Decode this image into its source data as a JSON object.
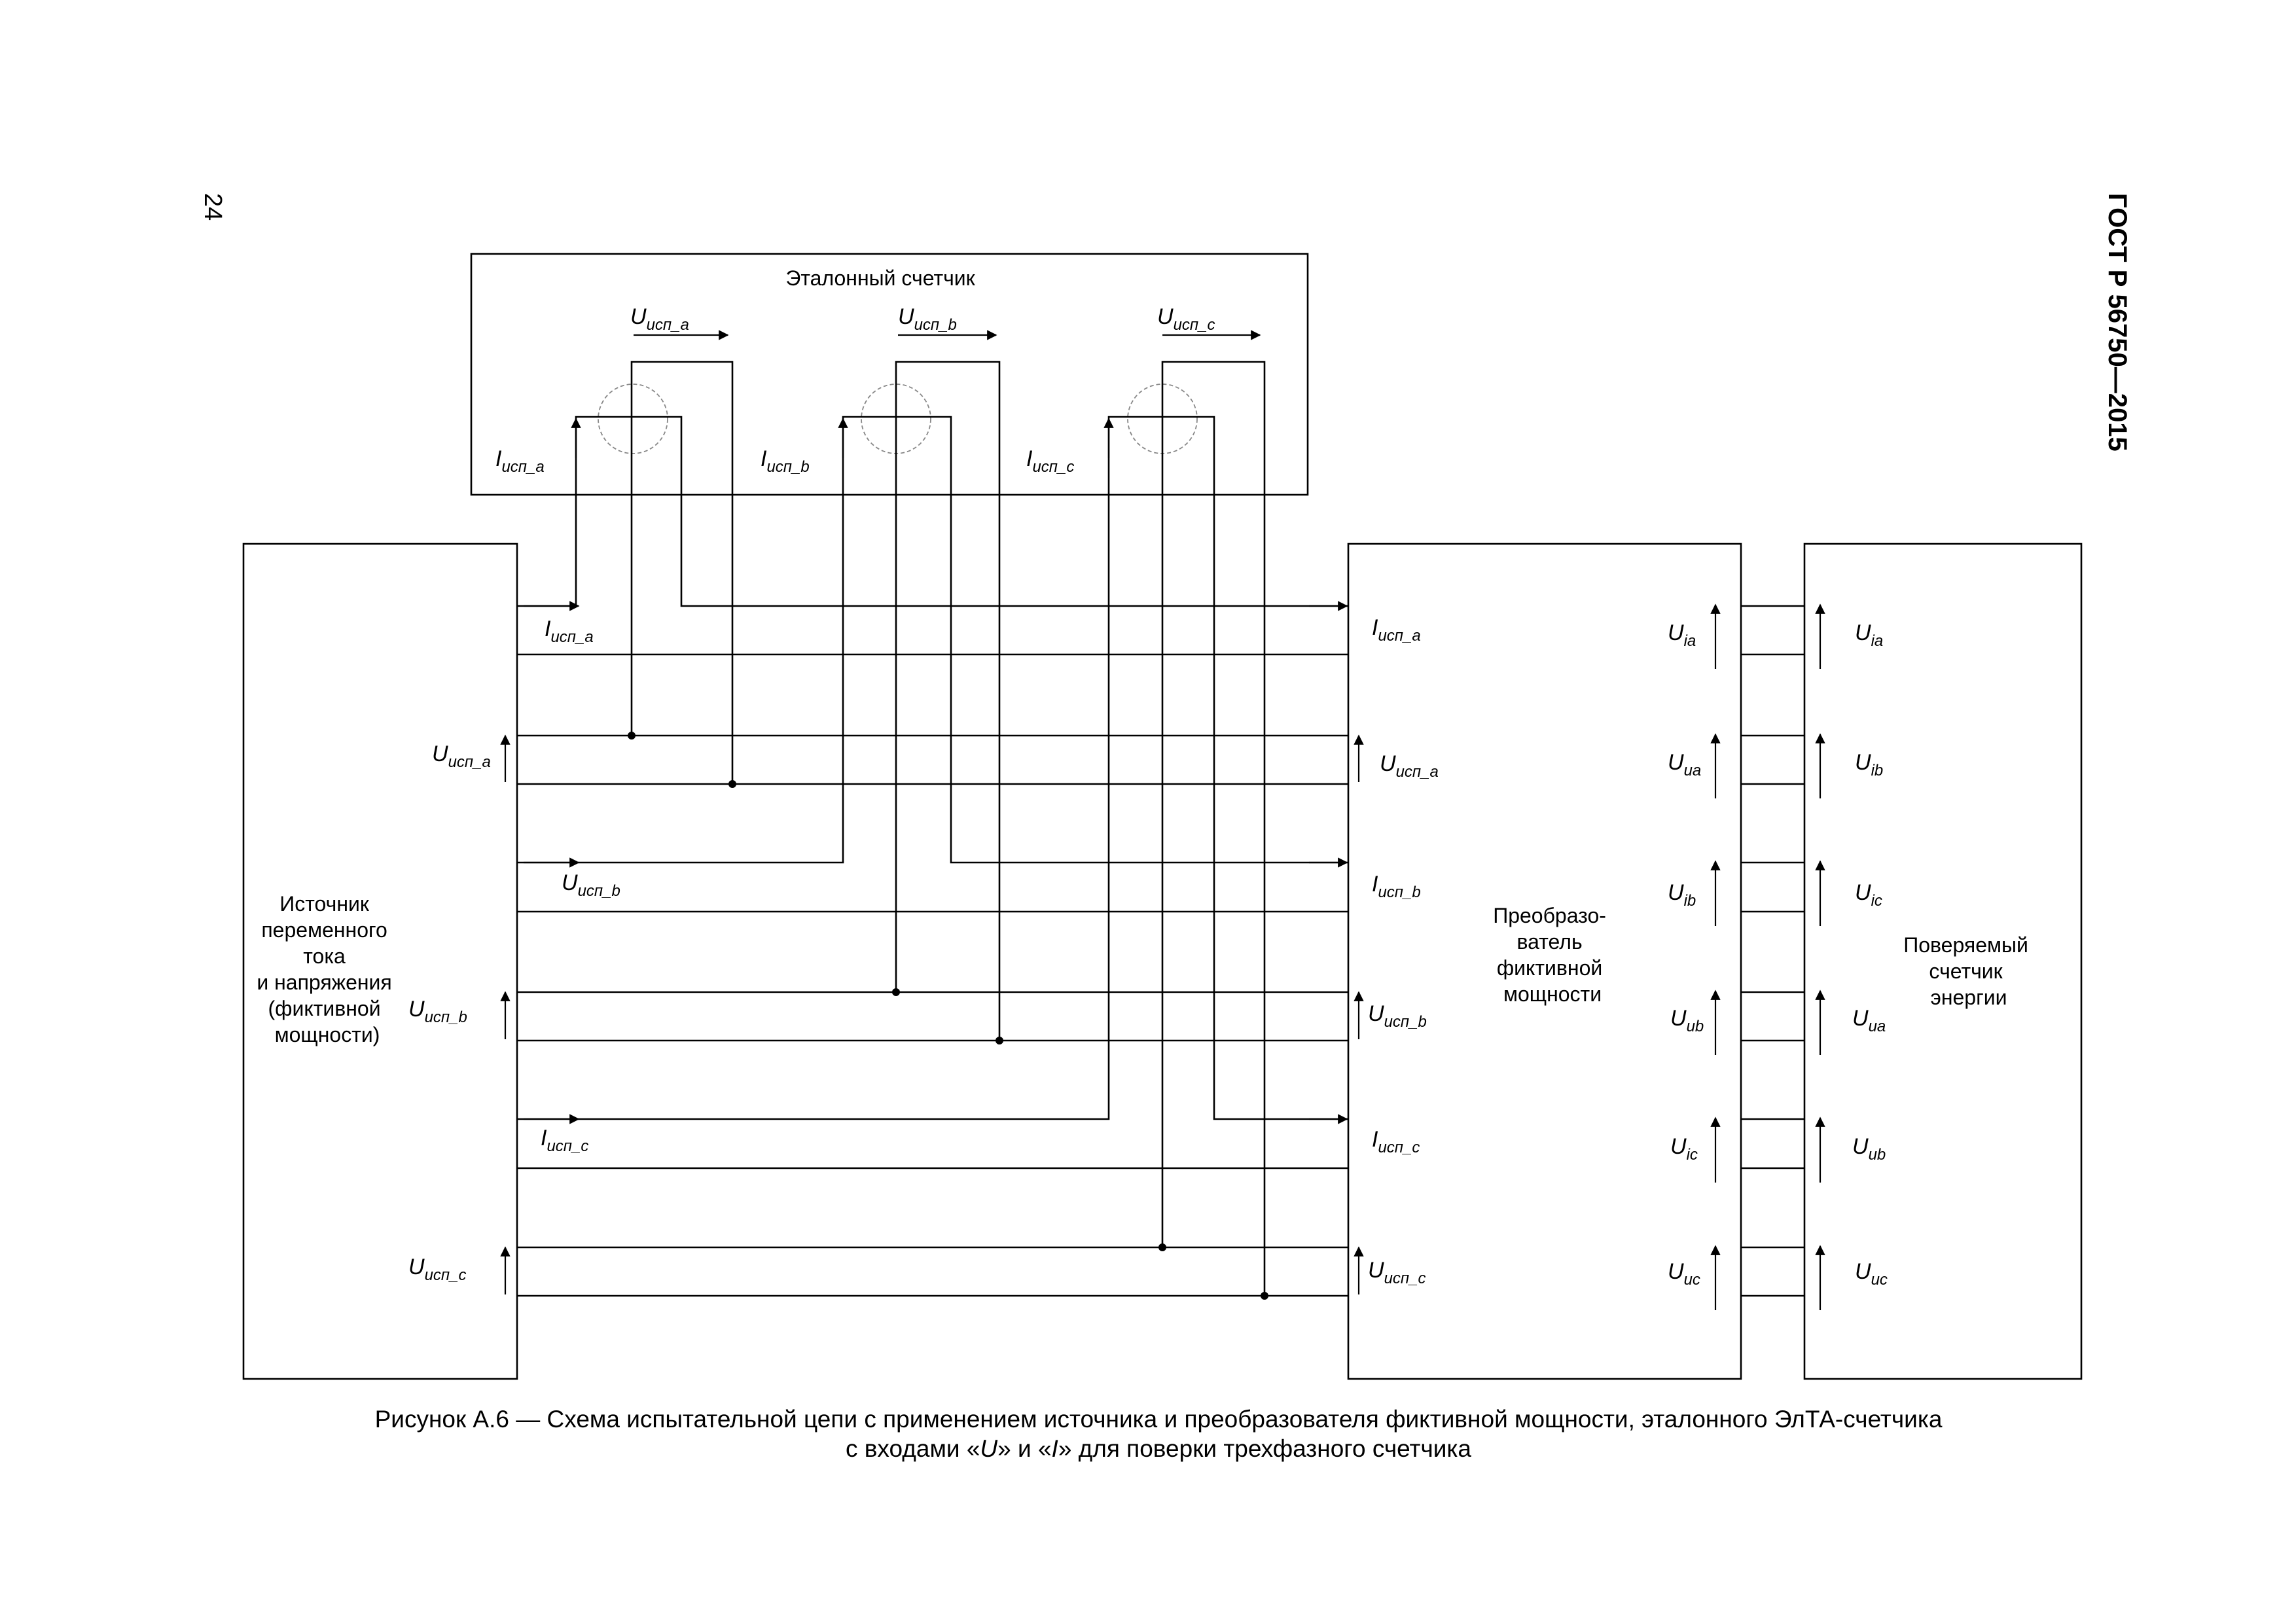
{
  "page": {
    "number": "24",
    "standard": "ГОСТ Р 56750—2015"
  },
  "blocks": {
    "reference_meter": "Эталонный счетчик",
    "source": [
      "Источник",
      "переменного",
      "тока",
      "и напряжения",
      "(фиктивной",
      "мощности)"
    ],
    "converter": [
      "Преобразо-",
      "ватель",
      "фиктивной",
      "мощности"
    ],
    "meter_under_test": [
      "Поверяемый",
      "счетчик",
      "энергии"
    ]
  },
  "labels": {
    "ref_top": [
      {
        "main": "U",
        "sub": "исп_а"
      },
      {
        "main": "U",
        "sub": "исп_b"
      },
      {
        "main": "U",
        "sub": "исп_с"
      }
    ],
    "ref_current": [
      {
        "main": "I",
        "sub": "исп_а"
      },
      {
        "main": "I",
        "sub": "исп_b"
      },
      {
        "main": "I",
        "sub": "исп_с"
      }
    ],
    "source_right": [
      {
        "main": "I",
        "sub": "исп_а"
      },
      {
        "main": "U",
        "sub": "исп_а"
      },
      {
        "main": "U",
        "sub": "исп_b"
      },
      {
        "main": "U",
        "sub": "исп_b"
      },
      {
        "main": "I",
        "sub": "исп_с"
      },
      {
        "main": "U",
        "sub": "исп_с"
      }
    ],
    "converter_left": [
      {
        "main": "I",
        "sub": "исп_а"
      },
      {
        "main": "U",
        "sub": "исп_а"
      },
      {
        "main": "I",
        "sub": "исп_b"
      },
      {
        "main": "U",
        "sub": "исп_b"
      },
      {
        "main": "I",
        "sub": "исп_с"
      },
      {
        "main": "U",
        "sub": "исп_с"
      }
    ],
    "converter_right": [
      {
        "main": "U",
        "sub": "ia"
      },
      {
        "main": "U",
        "sub": "ua"
      },
      {
        "main": "U",
        "sub": "ib"
      },
      {
        "main": "U",
        "sub": "ub"
      },
      {
        "main": "U",
        "sub": "ic"
      },
      {
        "main": "U",
        "sub": "uc"
      }
    ],
    "meter_left": [
      {
        "main": "U",
        "sub": "ia"
      },
      {
        "main": "U",
        "sub": "ib"
      },
      {
        "main": "U",
        "sub": "ic"
      },
      {
        "main": "U",
        "sub": "ua"
      },
      {
        "main": "U",
        "sub": "ub"
      },
      {
        "main": "U",
        "sub": "uc"
      }
    ]
  },
  "caption": {
    "line1": "Рисунок А.6 — Схема испытательной цепи с применением источника и преобразователя фиктивной мощности, эталонного ЭлТА-счетчика",
    "line2_a": "с входами «",
    "line2_u": "U",
    "line2_b": "» и «",
    "line2_i": "I",
    "line2_c": "» для поверки трехфазного счетчика"
  }
}
